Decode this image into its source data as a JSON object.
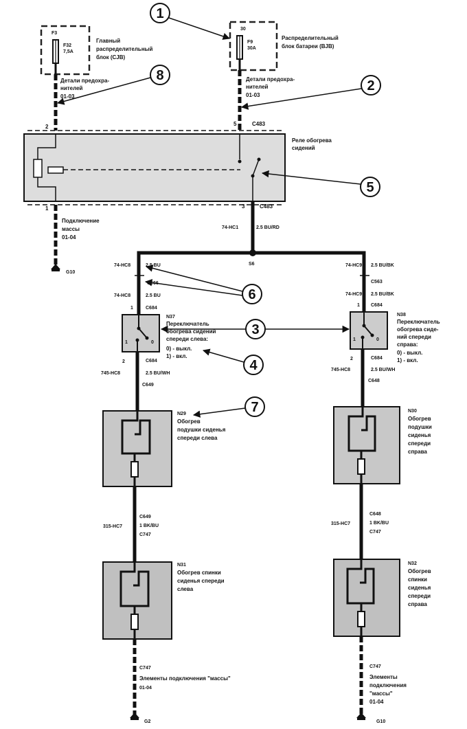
{
  "fuses": {
    "cjb": {
      "pin": "F3",
      "name": "F32",
      "rating": "7,5A",
      "desc": [
        "Главный",
        "распределительный",
        "блок (CJB)"
      ]
    },
    "bjb": {
      "pin": "30",
      "name": "F9",
      "rating": "30A",
      "desc": [
        "Распределительный",
        "блок батареи (BJB)"
      ]
    }
  },
  "fuse_details": {
    "left": [
      "Детали предохра-",
      "нителей",
      "01-03"
    ],
    "right": [
      "Детали предохра-",
      "нителей",
      "01-03"
    ]
  },
  "relay": {
    "title": [
      "Реле обогрева",
      "сидений"
    ],
    "pins": [
      "2",
      "5",
      "1",
      "3"
    ],
    "connector": "C483"
  },
  "ground_left": {
    "text": [
      "Подключение",
      "массы",
      "01-04"
    ],
    "point": "G10"
  },
  "trunk": {
    "wire": "74-HC1",
    "spec": "2.5 BU/RD",
    "splice": "S6"
  },
  "left_branch": {
    "wire_top": [
      "74-HC8",
      "2.5 BU"
    ],
    "connector_mid": "C566",
    "wire_mid": [
      "74-HC8",
      "2.5 BU"
    ],
    "switch_pin_top": "1",
    "switch_conn_top": "C684",
    "switch": {
      "id": "N37",
      "title": [
        "Переключатель",
        "обогрева сидений",
        "спереди слева:"
      ],
      "states": [
        "0) - выкл.",
        "1) - вкл."
      ]
    },
    "switch_pin_bottom": "2",
    "switch_conn_bottom": "C684",
    "wire_switch_out": [
      "745-HC8",
      "2.5 BU/WH"
    ],
    "heater_conn": "C649",
    "cushion": {
      "id": "N29",
      "title": [
        "Обогрев",
        "подушки сиденья",
        "спереди слева"
      ]
    },
    "wire_between": [
      "C649",
      "315-HC7",
      "1 BK/BU",
      "C747"
    ],
    "back": {
      "id": "N31",
      "title": [
        "Обогрев спинки",
        "сиденья спереди",
        "слева"
      ]
    },
    "end_conn": "C747",
    "end_text": [
      "Элементы подключения \"массы\"",
      "01-04"
    ],
    "ground": "G2"
  },
  "right_branch": {
    "wire_top": [
      "74-HC9",
      "2.5 BU/BK"
    ],
    "connector_mid": "C563",
    "wire_mid": [
      "74-HC9",
      "2.5 BU/BK"
    ],
    "switch_pin_top": "1",
    "switch_conn_top": "C684",
    "switch": {
      "id": "N38",
      "title": [
        "Переключатель",
        "обогрева сиде-",
        "ний спереди",
        "справа:"
      ],
      "states": [
        "0) - выкл.",
        "1) - вкл."
      ]
    },
    "switch_pin_bottom": "2",
    "switch_conn_bottom": "C684",
    "wire_switch_out": [
      "745-HC8",
      "2.5 BU/WH"
    ],
    "heater_conn": "C648",
    "cushion": {
      "id": "N30",
      "title": [
        "Обогрев",
        "подушки",
        "сиденья",
        "спереди",
        "справа"
      ]
    },
    "wire_between": [
      "C648",
      "315-HC7",
      "1 BK/BU",
      "C747"
    ],
    "back": {
      "id": "N32",
      "title": [
        "Обогрев",
        "спинки",
        "сиденья",
        "спереди",
        "справа"
      ]
    },
    "end_conn": "C747",
    "end_text": [
      "Элементы",
      "подключения",
      "\"массы\"",
      "01-04"
    ],
    "ground": "G10"
  },
  "callouts": [
    "1",
    "2",
    "3",
    "4",
    "5",
    "6",
    "7",
    "8"
  ]
}
